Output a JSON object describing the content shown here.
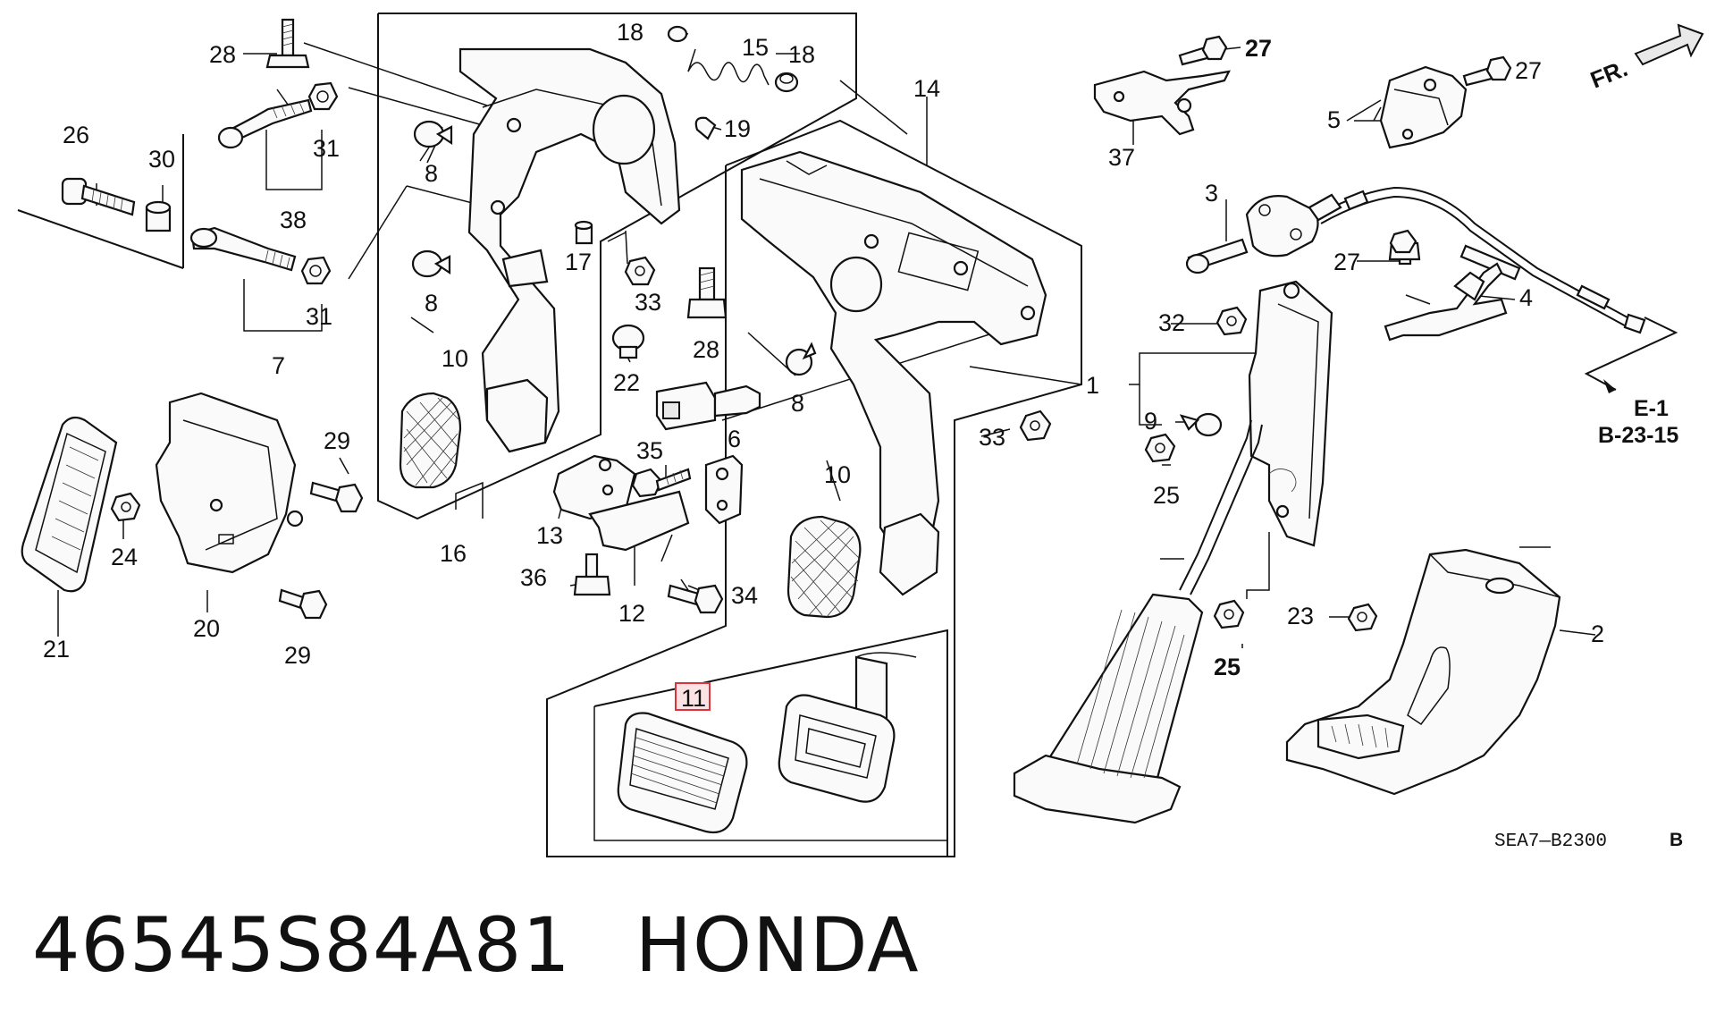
{
  "part_number": "46545S84A81",
  "brand": "HONDA",
  "diagram_code": "SEA7—B2300",
  "diagram_code_suffix": "B",
  "front_arrow_label": "FR.",
  "reference": {
    "line1": "E-1",
    "line2": "B-23-15"
  },
  "highlighted_callout": "11",
  "callouts": {
    "c1": "1",
    "c2": "2",
    "c3": "3",
    "c4": "4",
    "c5": "5",
    "c6": "6",
    "c7": "7",
    "c8a": "8",
    "c8b": "8",
    "c8c": "8",
    "c9": "9",
    "c10a": "10",
    "c10b": "10",
    "c12": "12",
    "c13": "13",
    "c14": "14",
    "c15": "15",
    "c16": "16",
    "c17": "17",
    "c18a": "18",
    "c18b": "18",
    "c19": "19",
    "c20": "20",
    "c21": "21",
    "c22": "22",
    "c23": "23",
    "c24": "24",
    "c25a": "25",
    "c25b": "25",
    "c26": "26",
    "c27a": "27",
    "c27b": "27",
    "c27c": "27",
    "c28a": "28",
    "c28b": "28",
    "c29a": "29",
    "c29b": "29",
    "c30": "30",
    "c31a": "31",
    "c31b": "31",
    "c32": "32",
    "c33a": "33",
    "c33b": "33",
    "c34": "34",
    "c35": "35",
    "c36": "36",
    "c37": "37",
    "c38": "38"
  },
  "colors": {
    "highlight": "#e0303a",
    "highlight_fill": "#fbe3e4",
    "ink": "#111111"
  }
}
